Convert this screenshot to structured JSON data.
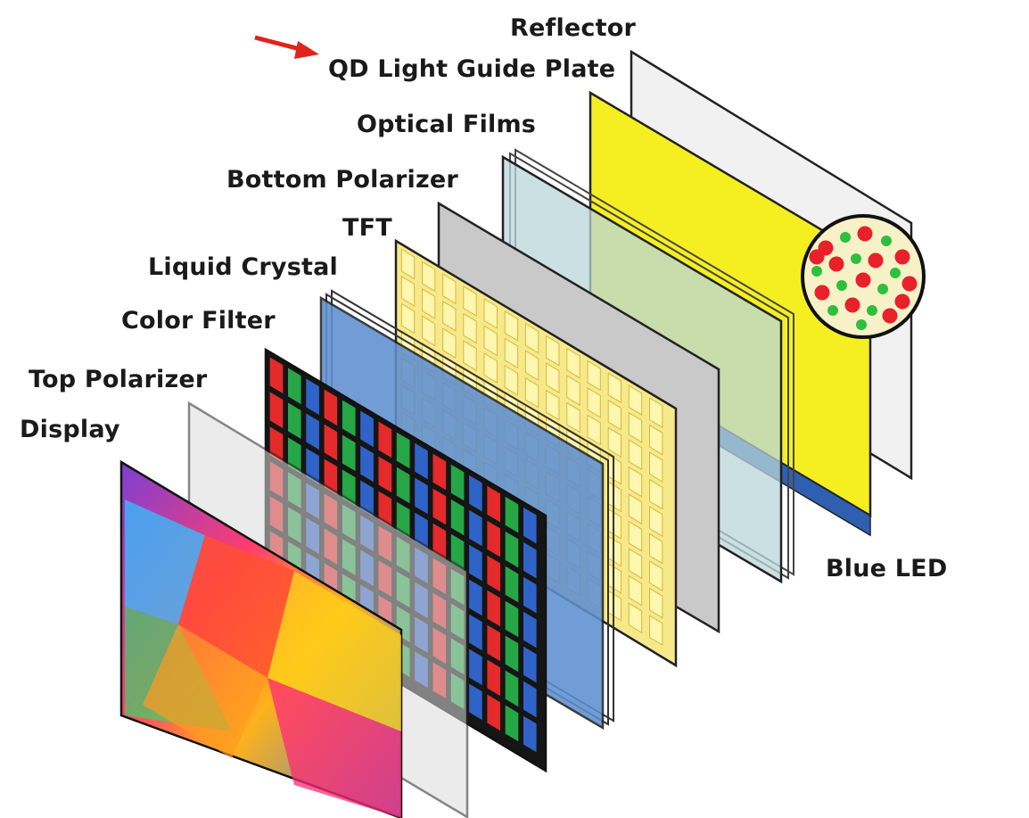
{
  "labels": {
    "reflector": "Reflector",
    "qd_plate": "QD Light Guide Plate",
    "optical_films": "Optical Films",
    "bottom_polarizer": "Bottom Polarizer",
    "tft": "TFT",
    "liquid_crystal": "Liquid Crystal",
    "color_filter": "Color Filter",
    "top_polarizer": "Top Polarizer",
    "display": "Display",
    "blue_led": "Blue LED"
  },
  "colors": {
    "reflector": "#f1f1f1",
    "qd_plate": "#f5ef22",
    "optical_films": "#b9d6d9",
    "bottom_polarizer": "#c9c9c9",
    "tft": "#f6e98a",
    "liquid_crystal": "#5e8fd0",
    "top_polarizer": "#dcdcdc",
    "blue_led": "#2f5fb0",
    "arrow": "#e0231b",
    "dot_red": "#e8202a",
    "dot_green": "#2fbf3e",
    "subpixel_red": "#e42a2a",
    "subpixel_green": "#26a646",
    "subpixel_blue": "#2f63c8"
  },
  "icons": {
    "pointer": "red-arrow-icon",
    "quantum_dots": "quantum-dot-icon"
  }
}
